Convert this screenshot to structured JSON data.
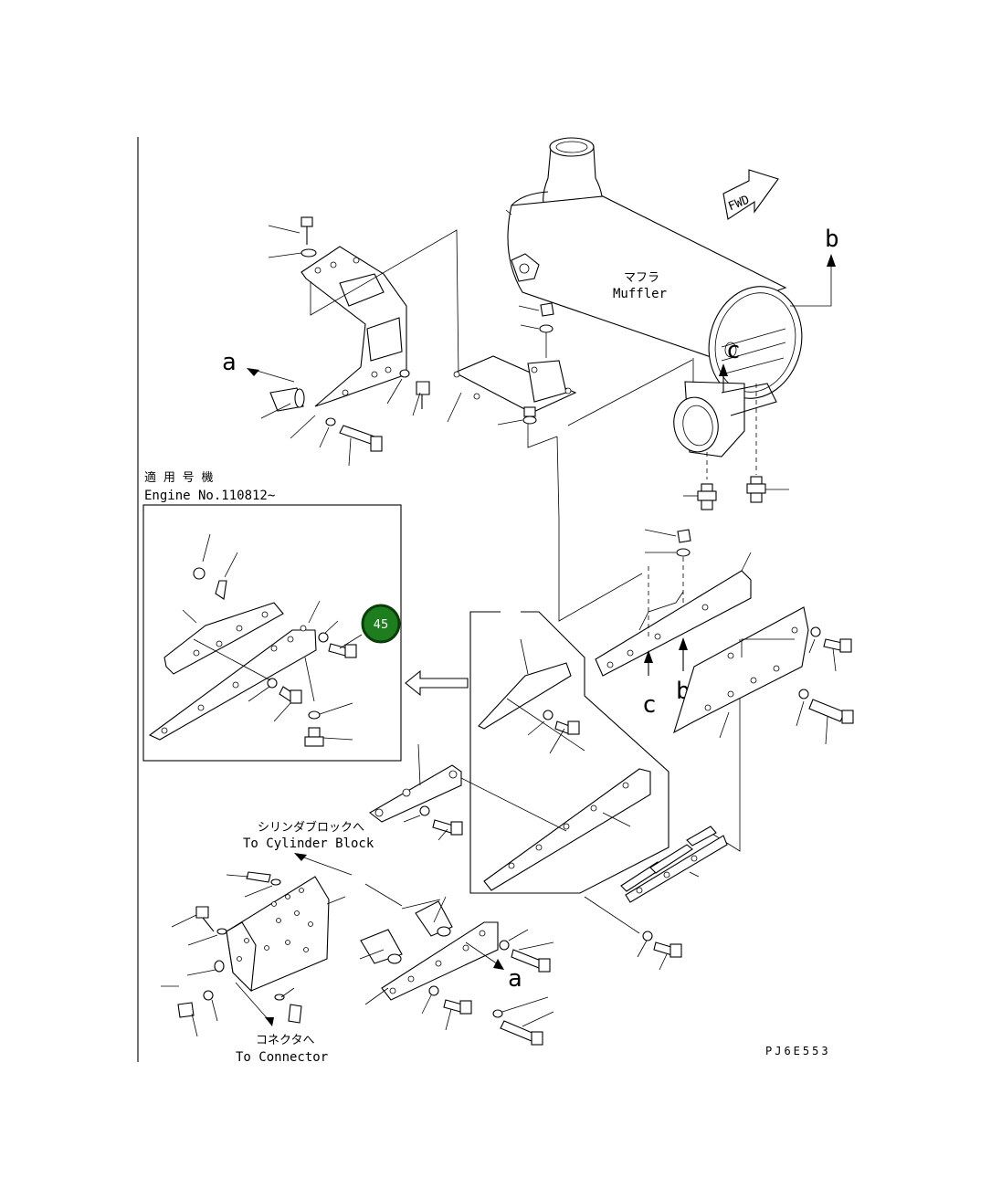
{
  "labels": {
    "muffler_jp": "マフラ",
    "muffler_en": "Muffler",
    "fwd": "FWD",
    "ref_a_top": "a",
    "ref_b_top": "b",
    "ref_c_top": "c",
    "ref_c_mid": "c",
    "ref_b_mid": "b",
    "ref_a_bottom": "a",
    "applicable_jp": "適 用 号 機",
    "engine_no": "Engine No.110812~",
    "cylinder_jp": "シリンダブロックへ",
    "cylinder_en": "To Cylinder Block",
    "connector_jp": "コネクタへ",
    "connector_en": "To Connector",
    "drawing_code": "PJ6E553"
  },
  "callout": {
    "number": "45",
    "color": "#1e7d1e"
  },
  "colors": {
    "line": "#000000",
    "background": "#ffffff"
  }
}
